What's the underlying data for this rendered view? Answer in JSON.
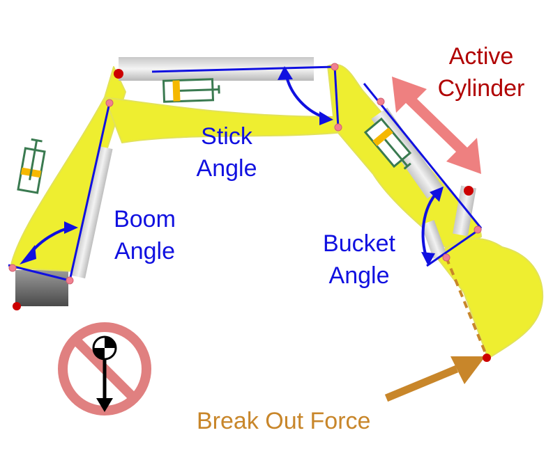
{
  "labels": {
    "active": "Active",
    "cylinder": "Cylinder",
    "stick": "Stick",
    "stick_angle": "Angle",
    "boom": "Boom",
    "boom_angle": "Angle",
    "bucket": "Bucket",
    "bucket_angle": "Angle",
    "break_out_force": "Break Out Force"
  },
  "colors": {
    "arm_yellow": "#eeee30",
    "angle_blue": "#1010e0",
    "active_red": "#b00000",
    "active_arrow": "#ee8080",
    "force_gold": "#c8862a",
    "cylinder_green": "#3a7a50",
    "cylinder_orange": "#f5b800",
    "pivot_red": "#cc0000",
    "no_sign": "#e08080"
  },
  "icons": [
    "hydraulic-cylinder-icon",
    "center-of-mass-icon",
    "no-symbol-icon"
  ]
}
